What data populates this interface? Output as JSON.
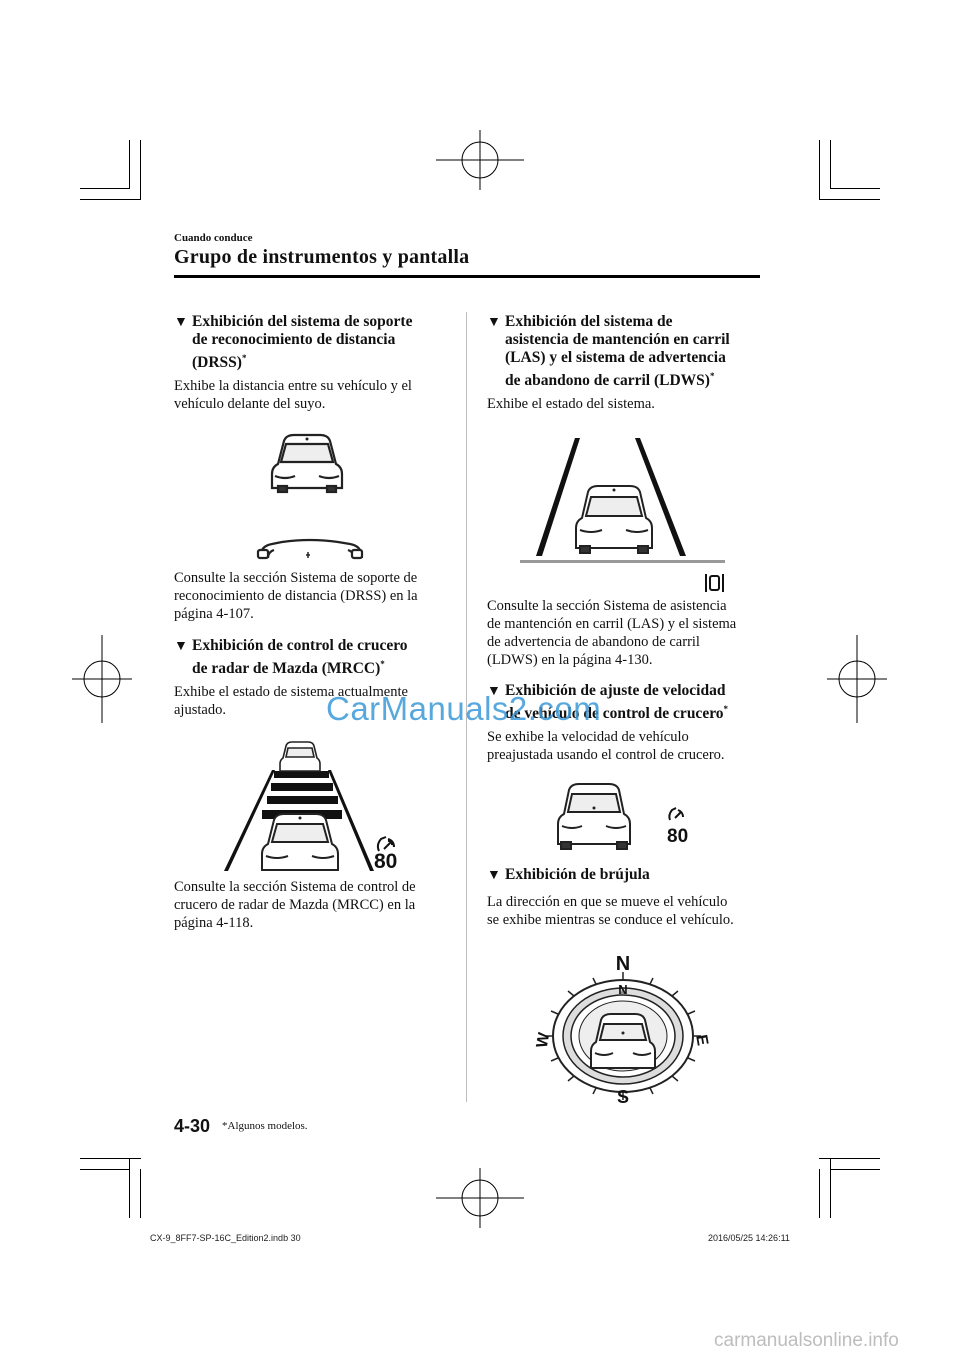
{
  "header": {
    "section": "Cuando conduce",
    "title": "Grupo de instrumentos y pantalla"
  },
  "left_column": [
    {
      "heading_lines": [
        "Exhibición del sistema de soporte",
        "de reconocimiento de distancia",
        "(DRSS)"
      ],
      "asterisk": "*",
      "intro": [
        "Exhibe la distancia entre su vehículo y el",
        "vehículo delante del suyo."
      ],
      "reference": [
        "Consulte la sección Sistema de soporte de",
        "reconocimiento de distancia (DRSS) en la",
        "página 4-107."
      ]
    },
    {
      "heading_lines": [
        "Exhibición de control de crucero",
        "de radar de Mazda (MRCC)"
      ],
      "asterisk": "*",
      "intro": [
        "Exhibe el estado de sistema actualmente",
        "ajustado."
      ],
      "speed": "80",
      "reference": [
        "Consulte la sección Sistema de control de",
        "crucero de radar de Mazda (MRCC) en la",
        "página 4-118."
      ]
    }
  ],
  "right_column": [
    {
      "heading_lines": [
        "Exhibición del sistema de",
        "asistencia de mantención en carril",
        "(LAS) y el sistema de advertencia",
        "de abandono de carril (LDWS)"
      ],
      "asterisk": "*",
      "intro": [
        "Exhibe el estado del sistema."
      ],
      "reference": [
        "Consulte la sección Sistema de asistencia",
        "de mantención en carril (LAS) y el sistema",
        "de advertencia de abandono de carril",
        "(LDWS) en la página 4-130."
      ]
    },
    {
      "heading_lines": [
        "Exhibición de ajuste de velocidad",
        "de vehículo de control de crucero"
      ],
      "asterisk": "*",
      "intro": [
        "Se exhibe la velocidad de vehículo",
        "preajustada usando el control de crucero."
      ],
      "speed": "80"
    },
    {
      "heading_lines": [
        "Exhibición de brújula"
      ],
      "intro": [
        "La dirección en que se mueve el vehículo",
        "se exhibe mientras se conduce el vehículo."
      ],
      "compass": {
        "north": "N",
        "inner_north": "N",
        "south": "S",
        "east": "E",
        "west": "W"
      }
    }
  ],
  "footer": {
    "page_number": "4-30",
    "footnote": "*Algunos modelos.",
    "file_info": "CX-9_8FF7-SP-16C_Edition2.indb   30",
    "timestamp": "2016/05/25   14:26:11"
  },
  "watermarks": {
    "primary": "CarManuals2.com",
    "secondary": "carmanualsonline.info"
  },
  "colors": {
    "text": "#111111",
    "watermark": "#3d9ad8",
    "divider": "#bdbdbd"
  }
}
